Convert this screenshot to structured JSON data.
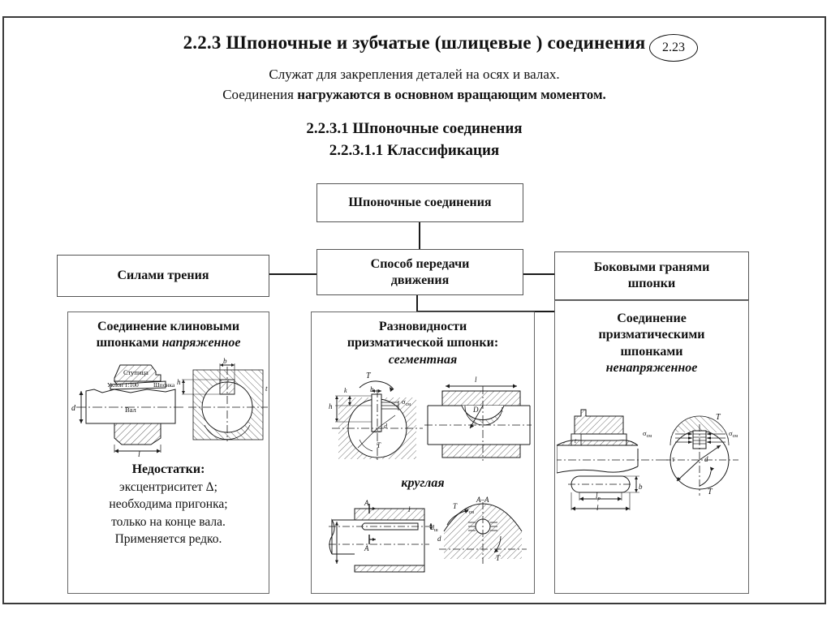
{
  "slide": {
    "number_badge": "2.23",
    "title": "2.2.3 Шпоночные  и зубчатые (шлицевые ) соединения",
    "subtitle_1": "Служат для закрепления деталей на осях и валах.",
    "subtitle_2_plain": "Соединения ",
    "subtitle_2_bold": "нагружаются в основном вращающим моментом.",
    "heading_2": "2.2.3.1 Шпоночные соединения",
    "heading_3": "2.2.3.1.1 Классификация"
  },
  "flowchart": {
    "root": "Шпоночные соединения",
    "method": "Способ передачи\nдвижения",
    "method_l1": "Способ передачи",
    "method_l2": "движения",
    "left_branch": "Силами трения",
    "right_branch_l1": "Боковыми гранями",
    "right_branch_l2": "шпонки"
  },
  "panel_left": {
    "head_l1": "Соединение клиновыми",
    "head_l2_plain": "шпонками ",
    "head_l2_ital": "напряженное",
    "drawing": {
      "label_hub": "Ступица",
      "label_slope": "Уклон 1:100",
      "label_key": "Шпонка",
      "label_shaft": "Вал",
      "dim_d": "d",
      "dim_l": "l",
      "dim_b": "b",
      "dim_h": "h",
      "dim_t": "t"
    },
    "notes_title": "Недостатки:",
    "notes": [
      "эксцентриситет Δ;",
      "необходима пригонка;",
      "только на конце вала.",
      "Применяется редко."
    ]
  },
  "panel_mid": {
    "head_l1": "Разновидности",
    "head_l2": "призматической шпонки:",
    "head_l3_ital": "сегментная",
    "sub_ital": "круглая",
    "drawing_segment": {
      "torque": "T",
      "dim_b": "b",
      "dim_k": "k",
      "dim_h": "h",
      "dim_d_small": "d",
      "dim_D": "D",
      "dim_l": "l",
      "stress": "σсм"
    },
    "drawing_round": {
      "section_mark": "A",
      "section_title": "A–A",
      "dim_l": "l",
      "dim_d": "dш",
      "dim_D": "d",
      "torque": "T",
      "stress": "σсм"
    }
  },
  "panel_right": {
    "head_l1": "Соединение",
    "head_l2": "призматическими",
    "head_l3": "шпонками",
    "head_l4_ital": "ненапряженное",
    "drawing": {
      "stress_left": "σсм",
      "stress_right": "σсм",
      "shear": "τ",
      "torque": "T",
      "dim_t": "t",
      "dim_b": "b",
      "dim_lp": "lp",
      "dim_l": "l",
      "dim_d": "d"
    }
  },
  "colors": {
    "ink": "#111111",
    "frame": "#3a3a3a",
    "box_border": "#555555"
  }
}
